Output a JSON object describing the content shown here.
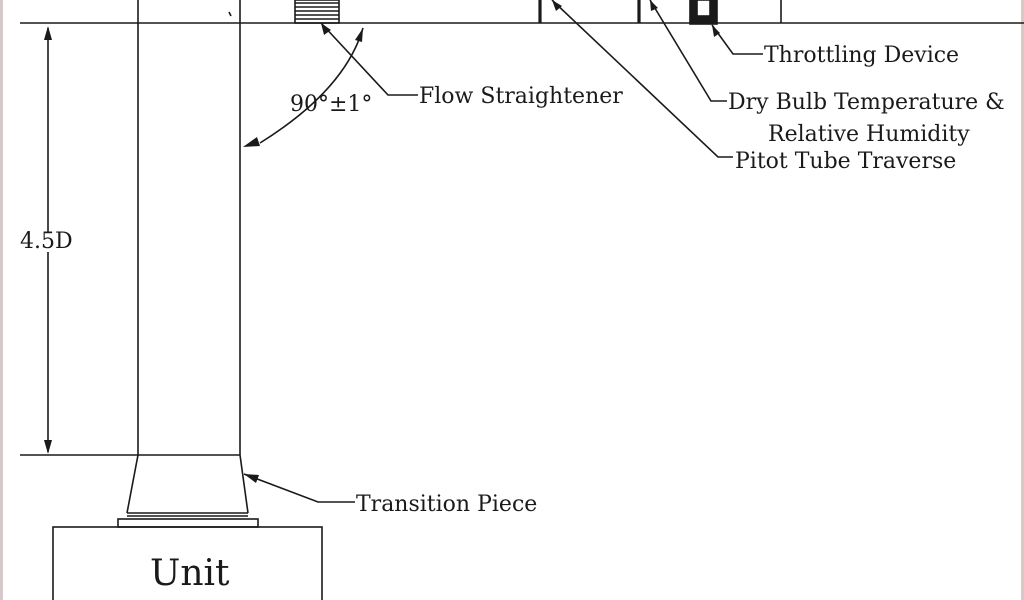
{
  "labels": {
    "throttling_device": "Throttling Device",
    "dry_bulb_line1": "Dry Bulb Temperature &",
    "dry_bulb_line2": "Relative Humidity",
    "pitot_tube": "Pitot Tube Traverse",
    "flow_straightener": "Flow Straightener",
    "angle": "90°±1°",
    "length": "4.5D",
    "transition_piece": "Transition Piece",
    "unit": "Unit"
  }
}
